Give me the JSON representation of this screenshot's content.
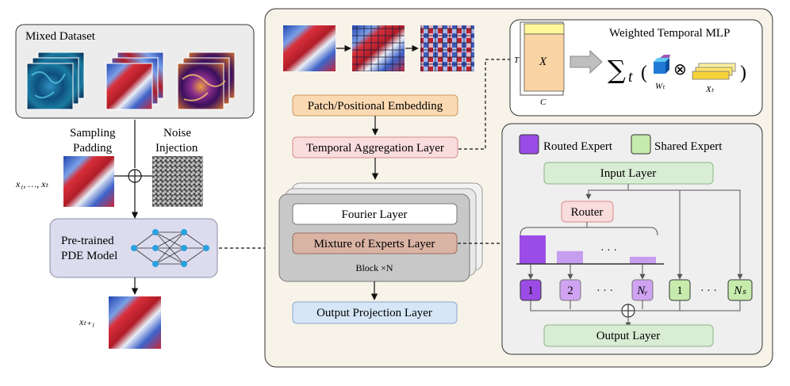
{
  "left_panel": {
    "mixed_dataset_title": "Mixed Dataset",
    "sampling_label_line1": "Sampling",
    "sampling_label_line2": "Padding",
    "noise_label_line1": "Noise",
    "noise_label_line2": "Injection",
    "input_var_label": "x₁, …, xₜ",
    "model_label_line1": "Pre-trained",
    "model_label_line2": "PDE Model",
    "output_var_label": "xₜ₊₁",
    "oplus_symbol": "⊕"
  },
  "architecture": {
    "patch_embedding": "Patch/Positional Embedding",
    "temporal_aggregation": "Temporal Aggregation Layer",
    "fourier_layer": "Fourier Layer",
    "moe_layer": "Mixture of Experts Layer",
    "block_label": "Block ×N",
    "output_projection": "Output Projection Layer"
  },
  "temporal_mlp": {
    "title": "Weighted Temporal MLP",
    "t_axis": "T",
    "c_axis": "C",
    "x_label": "X",
    "sum_symbol": "∑",
    "sum_subscript": "t",
    "w_label": "Wₜ",
    "otimes_symbol": "⊗",
    "x_t_label": "Xₜ",
    "open_paren": "(",
    "close_paren": ")"
  },
  "moe_detail": {
    "routed_legend": "Routed Expert",
    "shared_legend": "Shared Expert",
    "input_layer": "Input Layer",
    "router": "Router",
    "expert_1": "1",
    "expert_2": "2",
    "expert_nr": "Nᵣ",
    "shared_1": "1",
    "shared_ns": "Nₛ",
    "ellipsis": "· · ·",
    "output_layer": "Output Layer",
    "oplus_symbol": "⊕",
    "router_bar_levels": [
      1.0,
      0.45,
      0.25
    ]
  },
  "colors": {
    "routed_expert": "#b57bf0",
    "routed_expert_strong": "#9b4ce6",
    "shared_expert": "#c6ebac",
    "green_box": "#d9ecd4",
    "router_box": "#f9dcdc",
    "patch_box": "#fbd9b2",
    "temporal_box": "#f9dcdc",
    "moe_box": "#d9b3a3",
    "output_box": "#d6e6f7",
    "model_box": "#dcdcee",
    "panel_bg": "#f7f3e9",
    "red": "#c0202e",
    "blue": "#3050b8"
  }
}
